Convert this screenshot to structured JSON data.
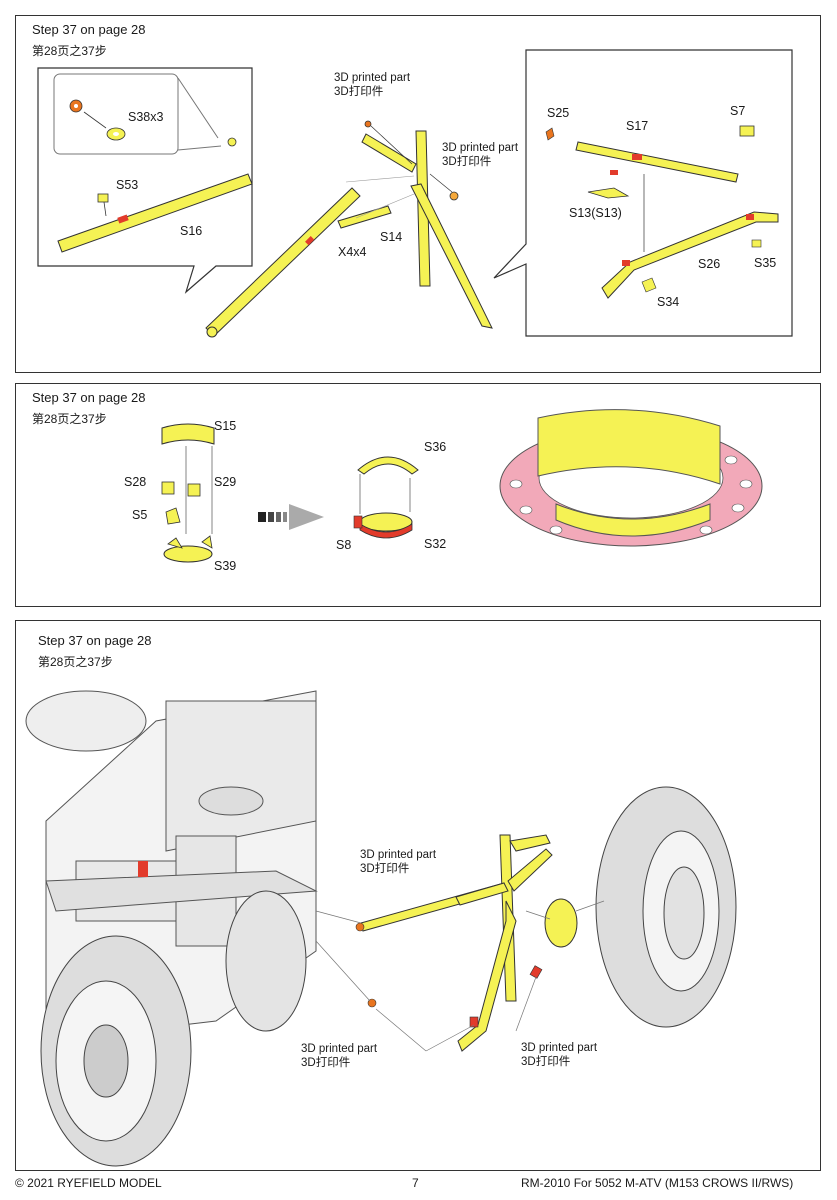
{
  "colors": {
    "part_yellow": "#f5f254",
    "part_red": "#e23b2b",
    "ring_pink": "#f2a9b9",
    "line": "#333333"
  },
  "panel1": {
    "title": "Step 37 on page 28",
    "subtitle": "第28页之37步",
    "printed_top_en": "3D printed part",
    "printed_top_cn": "3D打印件",
    "printed_mid_en": "3D printed part",
    "printed_mid_cn": "3D打印件",
    "labels": {
      "s38": "S38x3",
      "s53": "S53",
      "s16": "S16",
      "x4": "X4x4",
      "s14": "S14",
      "s25": "S25",
      "s17": "S17",
      "s7": "S7",
      "s13": "S13(S13)",
      "s26": "S26",
      "s35": "S35",
      "s34": "S34"
    }
  },
  "panel2": {
    "title": "Step 37 on page 28",
    "subtitle": "第28页之37步",
    "labels": {
      "s15": "S15",
      "s28": "S28",
      "s29": "S29",
      "s5": "S5",
      "s39": "S39",
      "s36": "S36",
      "s8": "S8",
      "s32": "S32"
    }
  },
  "panel3": {
    "title": "Step 37 on page 28",
    "subtitle": "第28页之37步",
    "printed_a_en": "3D printed part",
    "printed_a_cn": "3D打印件",
    "printed_b_en": "3D printed part",
    "printed_b_cn": "3D打印件",
    "printed_c_en": "3D printed part",
    "printed_c_cn": "3D打印件"
  },
  "footer": {
    "copyright": "© 2021 RYEFIELD MODEL",
    "page_number": "7",
    "product": "RM-2010 For 5052 M-ATV (M153 CROWS II/RWS)"
  }
}
